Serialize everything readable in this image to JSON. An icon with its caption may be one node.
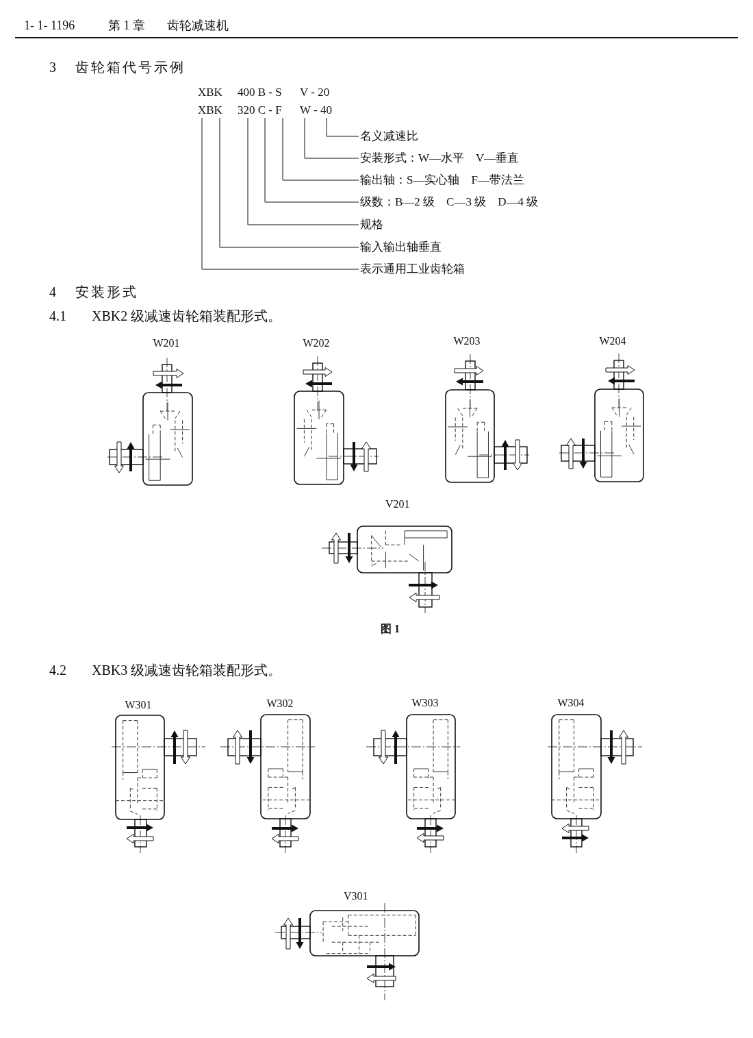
{
  "diagram": {
    "nodes": [
      {
        "text": [
          "XBK"
        ]
      },
      {
        "text": [
          "320 C - F"
        ]
      },
      {
        "text": [
          "W - 40"
        ]
      },
      {
        "text": [
          "名义减速比"
        ]
      },
      {
        "text": [
          "安装形式：W—水平　V—垂直"
        ]
      },
      {
        "text": [
          "输出轴：S—实心轴　F—带法兰"
        ]
      },
      {
        "text": [
          "级数：B—2 级　C—3 级　D—4 级"
        ]
      },
      {
        "text": [
          "规格"
        ]
      },
      {
        "text": [
          "输入输出轴垂直"
        ]
      },
      {
        "text": [
          "表示通用工业齿轮箱"
        ]
      }
    ],
    "edges": [
      {
        "from": 3,
        "to": 2,
        "arrow": "none"
      },
      {
        "from": 4,
        "to": 2,
        "arrow": "none"
      },
      {
        "from": 5,
        "to": 1,
        "arrow": "none"
      },
      {
        "from": 6,
        "to": 1,
        "arrow": "none"
      },
      {
        "from": 7,
        "to": 1,
        "arrow": "none"
      },
      {
        "from": 8,
        "to": 0,
        "arrow": "none"
      },
      {
        "from": 9,
        "to": 0,
        "arrow": "none"
      }
    ],
    "labels": [
      "1- 1- 1196",
      "第 1 章",
      "齿轮减速机",
      "3",
      "齿轮箱代号示例",
      "XBK",
      "400 B - S",
      "V - 20",
      "4",
      "安装形式",
      "4.1",
      "XBK2 级减速齿轮箱装配形式。",
      "W201",
      "W202",
      "W203",
      "W204",
      "V201",
      "图 1",
      "4.2",
      "XBK3 级减速齿轮箱装配形式。",
      "W301",
      "W302",
      "W303",
      "W304",
      "V301"
    ]
  }
}
